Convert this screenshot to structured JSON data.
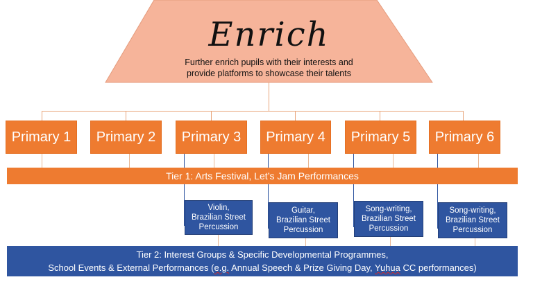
{
  "header": {
    "title": "Enrich",
    "subtitle_line1": "Further enrich pupils with their interests and",
    "subtitle_line2": "provide platforms to showcase their talents"
  },
  "primaries": [
    "Primary 1",
    "Primary 2",
    "Primary 3",
    "Primary 4",
    "Primary 5",
    "Primary 6"
  ],
  "tier1": "Tier 1: Arts Festival, Let’s Jam Performances",
  "programmes": [
    {
      "line1": "Violin,",
      "line2": "Brazilian Street",
      "line3": "Percussion"
    },
    {
      "line1": "Guitar,",
      "line2": "Brazilian Street",
      "line3": "Percussion"
    },
    {
      "line1": "Song-writing,",
      "line2": "Brazilian Street",
      "line3": "Percussion"
    },
    {
      "line1": "Song-writing,",
      "line2": "Brazilian Street",
      "line3": "Percussion"
    }
  ],
  "tier2": {
    "line1": "Tier 2: Interest Groups & Specific Developmental Programmes,",
    "line2_pre": "School Events & External Performances (",
    "line2_eg": "e.g.",
    "line2_mid": " Annual Speech & Prize Giving Day, ",
    "line2_yuhua": "Yuhua",
    "line2_post": " CC performances)"
  },
  "colors": {
    "header_fill": "#f6b49a",
    "primary_orange": "#ee7b30",
    "tier_blue": "#2f55a0"
  }
}
